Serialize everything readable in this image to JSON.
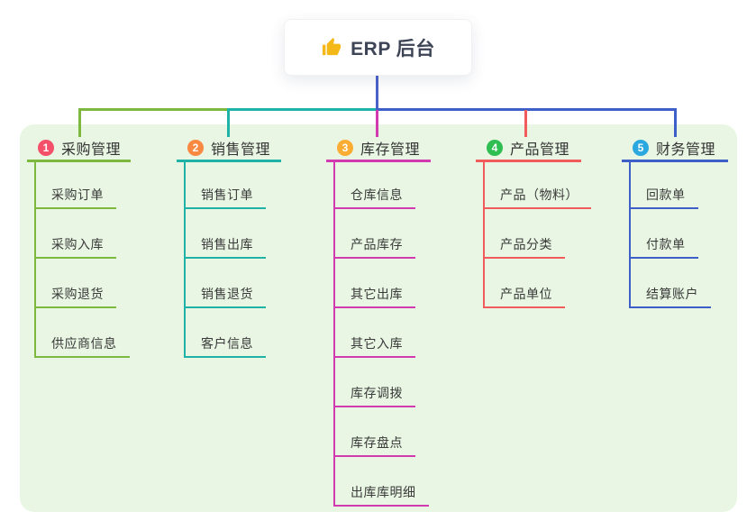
{
  "root": {
    "title": "ERP 后台",
    "icon": "thumbs-up-icon"
  },
  "branches": [
    {
      "num": "1",
      "title": "采购管理",
      "line_color": "#7cb93e",
      "badge_color": "#f4506a",
      "children": [
        "采购订单",
        "采购入库",
        "采购退货",
        "供应商信息"
      ]
    },
    {
      "num": "2",
      "title": "销售管理",
      "line_color": "#1fb3a7",
      "badge_color": "#f98840",
      "children": [
        "销售订单",
        "销售出库",
        "销售退货",
        "客户信息"
      ]
    },
    {
      "num": "3",
      "title": "库存管理",
      "line_color": "#d23bb0",
      "badge_color": "#fbac33",
      "children": [
        "仓库信息",
        "产品库存",
        "其它出库",
        "其它入库",
        "库存调拨",
        "库存盘点",
        "出库库明细"
      ]
    },
    {
      "num": "4",
      "title": "产品管理",
      "line_color": "#f15b5b",
      "badge_color": "#2ebe52",
      "children": [
        "产品（物料）",
        "产品分类",
        "产品单位"
      ]
    },
    {
      "num": "5",
      "title": "财务管理",
      "line_color": "#3e5ec8",
      "badge_color": "#2ba8df",
      "children": [
        "回款单",
        "付款单",
        "结算账户"
      ]
    }
  ],
  "colors": {
    "trunk": "#4a62c8",
    "panel_bg": "#e8f6e3",
    "card_bg": "#ffffff",
    "text": "#333333"
  }
}
